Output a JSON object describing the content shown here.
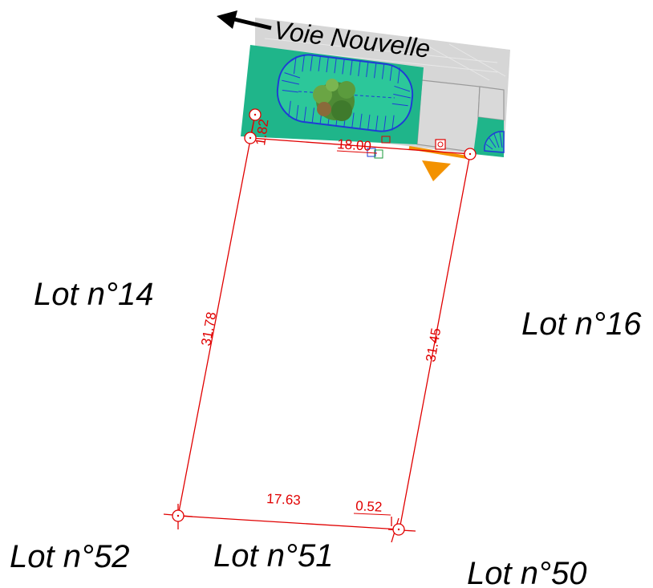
{
  "road": {
    "name": "Voie Nouvelle"
  },
  "lots": {
    "left": "Lot n°14",
    "right": "Lot n°16",
    "bottom_left": "Lot n°52",
    "bottom_center": "Lot n°51",
    "bottom_right": "Lot n°50"
  },
  "dimensions": {
    "front": "18.00",
    "corner": "1.82",
    "left_side": "31.78",
    "right_side": "31.45",
    "rear": "17.63",
    "rear_offset": "0.52"
  },
  "colors": {
    "boundary": "#e00000",
    "green_space": "#1fb58a",
    "road": "#d6d6d6",
    "access_marker": "#f39200",
    "tree": "#3a7a2a",
    "hatch": "#1f3bd6"
  },
  "icons": {
    "direction": "arrow-left-icon",
    "access": "access-triangle-icon"
  }
}
